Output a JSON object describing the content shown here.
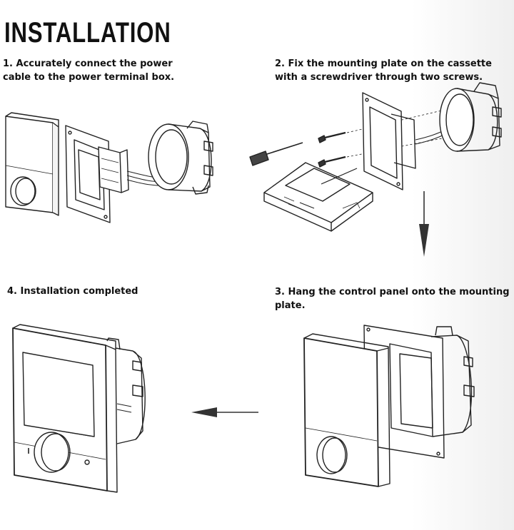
{
  "title": "INSTALLATION",
  "steps": {
    "step1": "1. Accurately connect the power cable to the power terminal box.",
    "step2": "2. Fix the mounting plate on the cassette with a screwdriver through two screws.",
    "step3": "3. Hang the control panel onto the mounting plate.",
    "step4": "4. Installation completed"
  },
  "colors": {
    "line": "#222222",
    "arrow": "#333333"
  }
}
